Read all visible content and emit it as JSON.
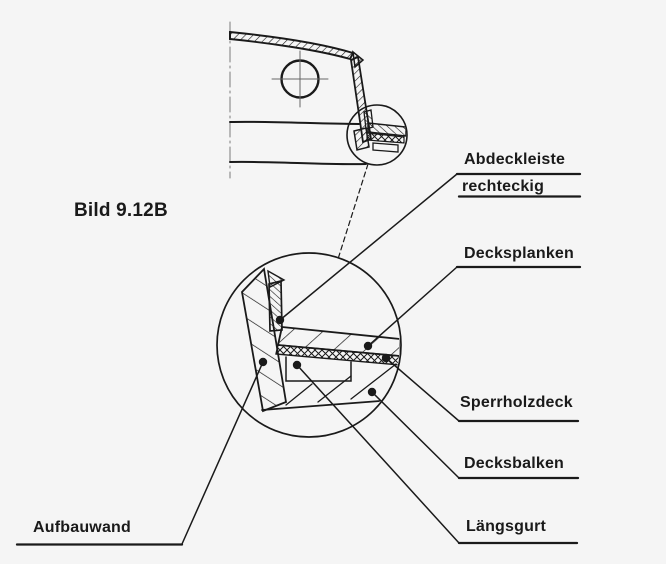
{
  "figure": {
    "caption": "Bild 9.12B"
  },
  "callouts": {
    "abdeckleiste_line1": "Abdeckleiste",
    "abdeckleiste_line2": "rechteckig",
    "decksplanken": "Decksplanken",
    "sperrholzdeck": "Sperrholzdeck",
    "decksbalken": "Decksbalken",
    "laengsgurt": "Längsgurt",
    "aufbauwand": "Aufbauwand"
  },
  "colors": {
    "ink": "#1a1a1a",
    "background": "#f5f5f5"
  }
}
